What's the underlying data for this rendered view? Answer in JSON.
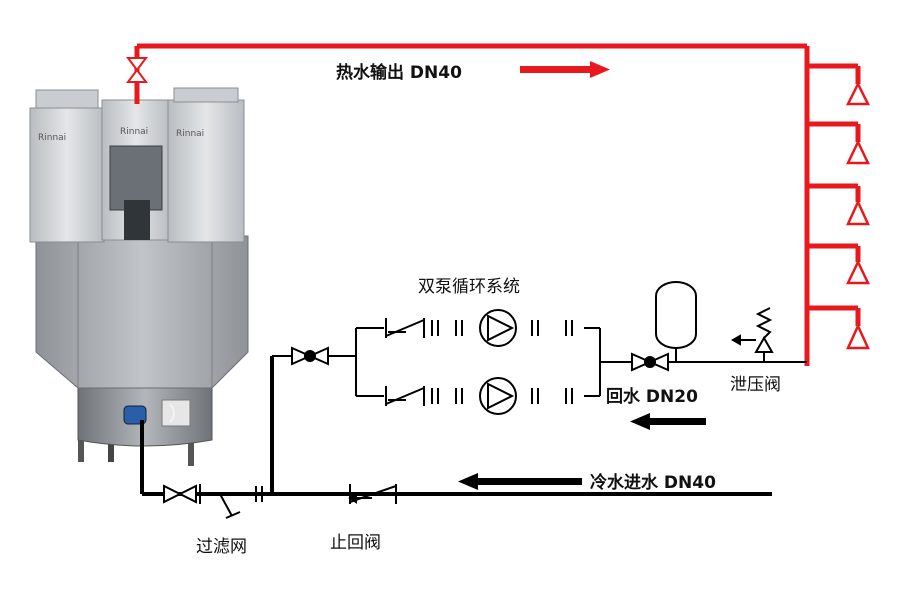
{
  "labels": {
    "hot_out": "热水输出 DN40",
    "pump_system": "双泵循环系统",
    "return": "回水 DN20",
    "relief": "泄压阀",
    "cold_in": "冷水进水 DN40",
    "filter": "过滤网",
    "check_valve": "止回阀"
  },
  "colors": {
    "hot_pipe": "#e8181c",
    "pipe": "#000000",
    "cabinet": "#a7abb0",
    "tank": "#8e9297"
  }
}
